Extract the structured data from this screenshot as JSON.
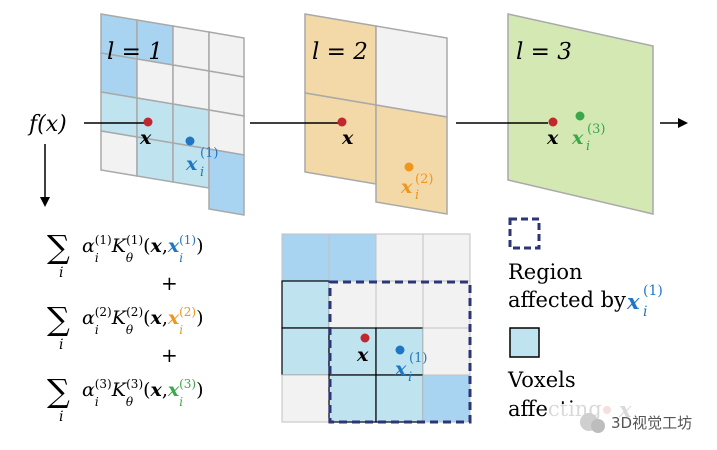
{
  "levels": [
    {
      "label": "l = 1"
    },
    {
      "label": "l = 2"
    },
    {
      "label": "l = 3"
    }
  ],
  "input_label": "f(x)",
  "point_x": "x",
  "points_xi": [
    "x_i^{(1)}",
    "x_i^{(2)}",
    "x_i^{(3)}"
  ],
  "formula": {
    "sum_symbol": "∑",
    "sum_index": "i",
    "plus": "+",
    "terms": [
      {
        "alpha": "α",
        "kernel": "K",
        "theta": "θ",
        "sup": "(1)",
        "x": "x",
        "xi": "x",
        "xi_sub": "i",
        "xi_sup": "(1)"
      },
      {
        "alpha": "α",
        "kernel": "K",
        "theta": "θ",
        "sup": "(2)",
        "x": "x",
        "xi": "x",
        "xi_sub": "i",
        "xi_sup": "(2)"
      },
      {
        "alpha": "α",
        "kernel": "K",
        "theta": "θ",
        "sup": "(3)",
        "x": "x",
        "xi": "x",
        "xi_sub": "i",
        "xi_sup": "(3)"
      }
    ]
  },
  "legend": {
    "region_line1": "Region",
    "region_line2": "affected by",
    "region_sym": "x",
    "region_sub": "i",
    "region_sup": "(1)",
    "voxels_line1": "Voxels",
    "voxels_line2": "affecting",
    "voxels_sym": "x"
  },
  "watermark": "3D视觉工坊",
  "colors": {
    "blue_cell": "#a8d4f2",
    "light_blue_cell": "#bfe4f0",
    "gray_cell": "#f2f2f2",
    "orange_cell": "#f3d9a8",
    "green_cell": "#d4e8b4",
    "grid_line": "#a9a9a9",
    "red_point": "#c0282d",
    "blue_point": "#1f77c4",
    "orange_point": "#f0961e",
    "green_point": "#3aa84a",
    "dashed_box": "#2d3577"
  }
}
